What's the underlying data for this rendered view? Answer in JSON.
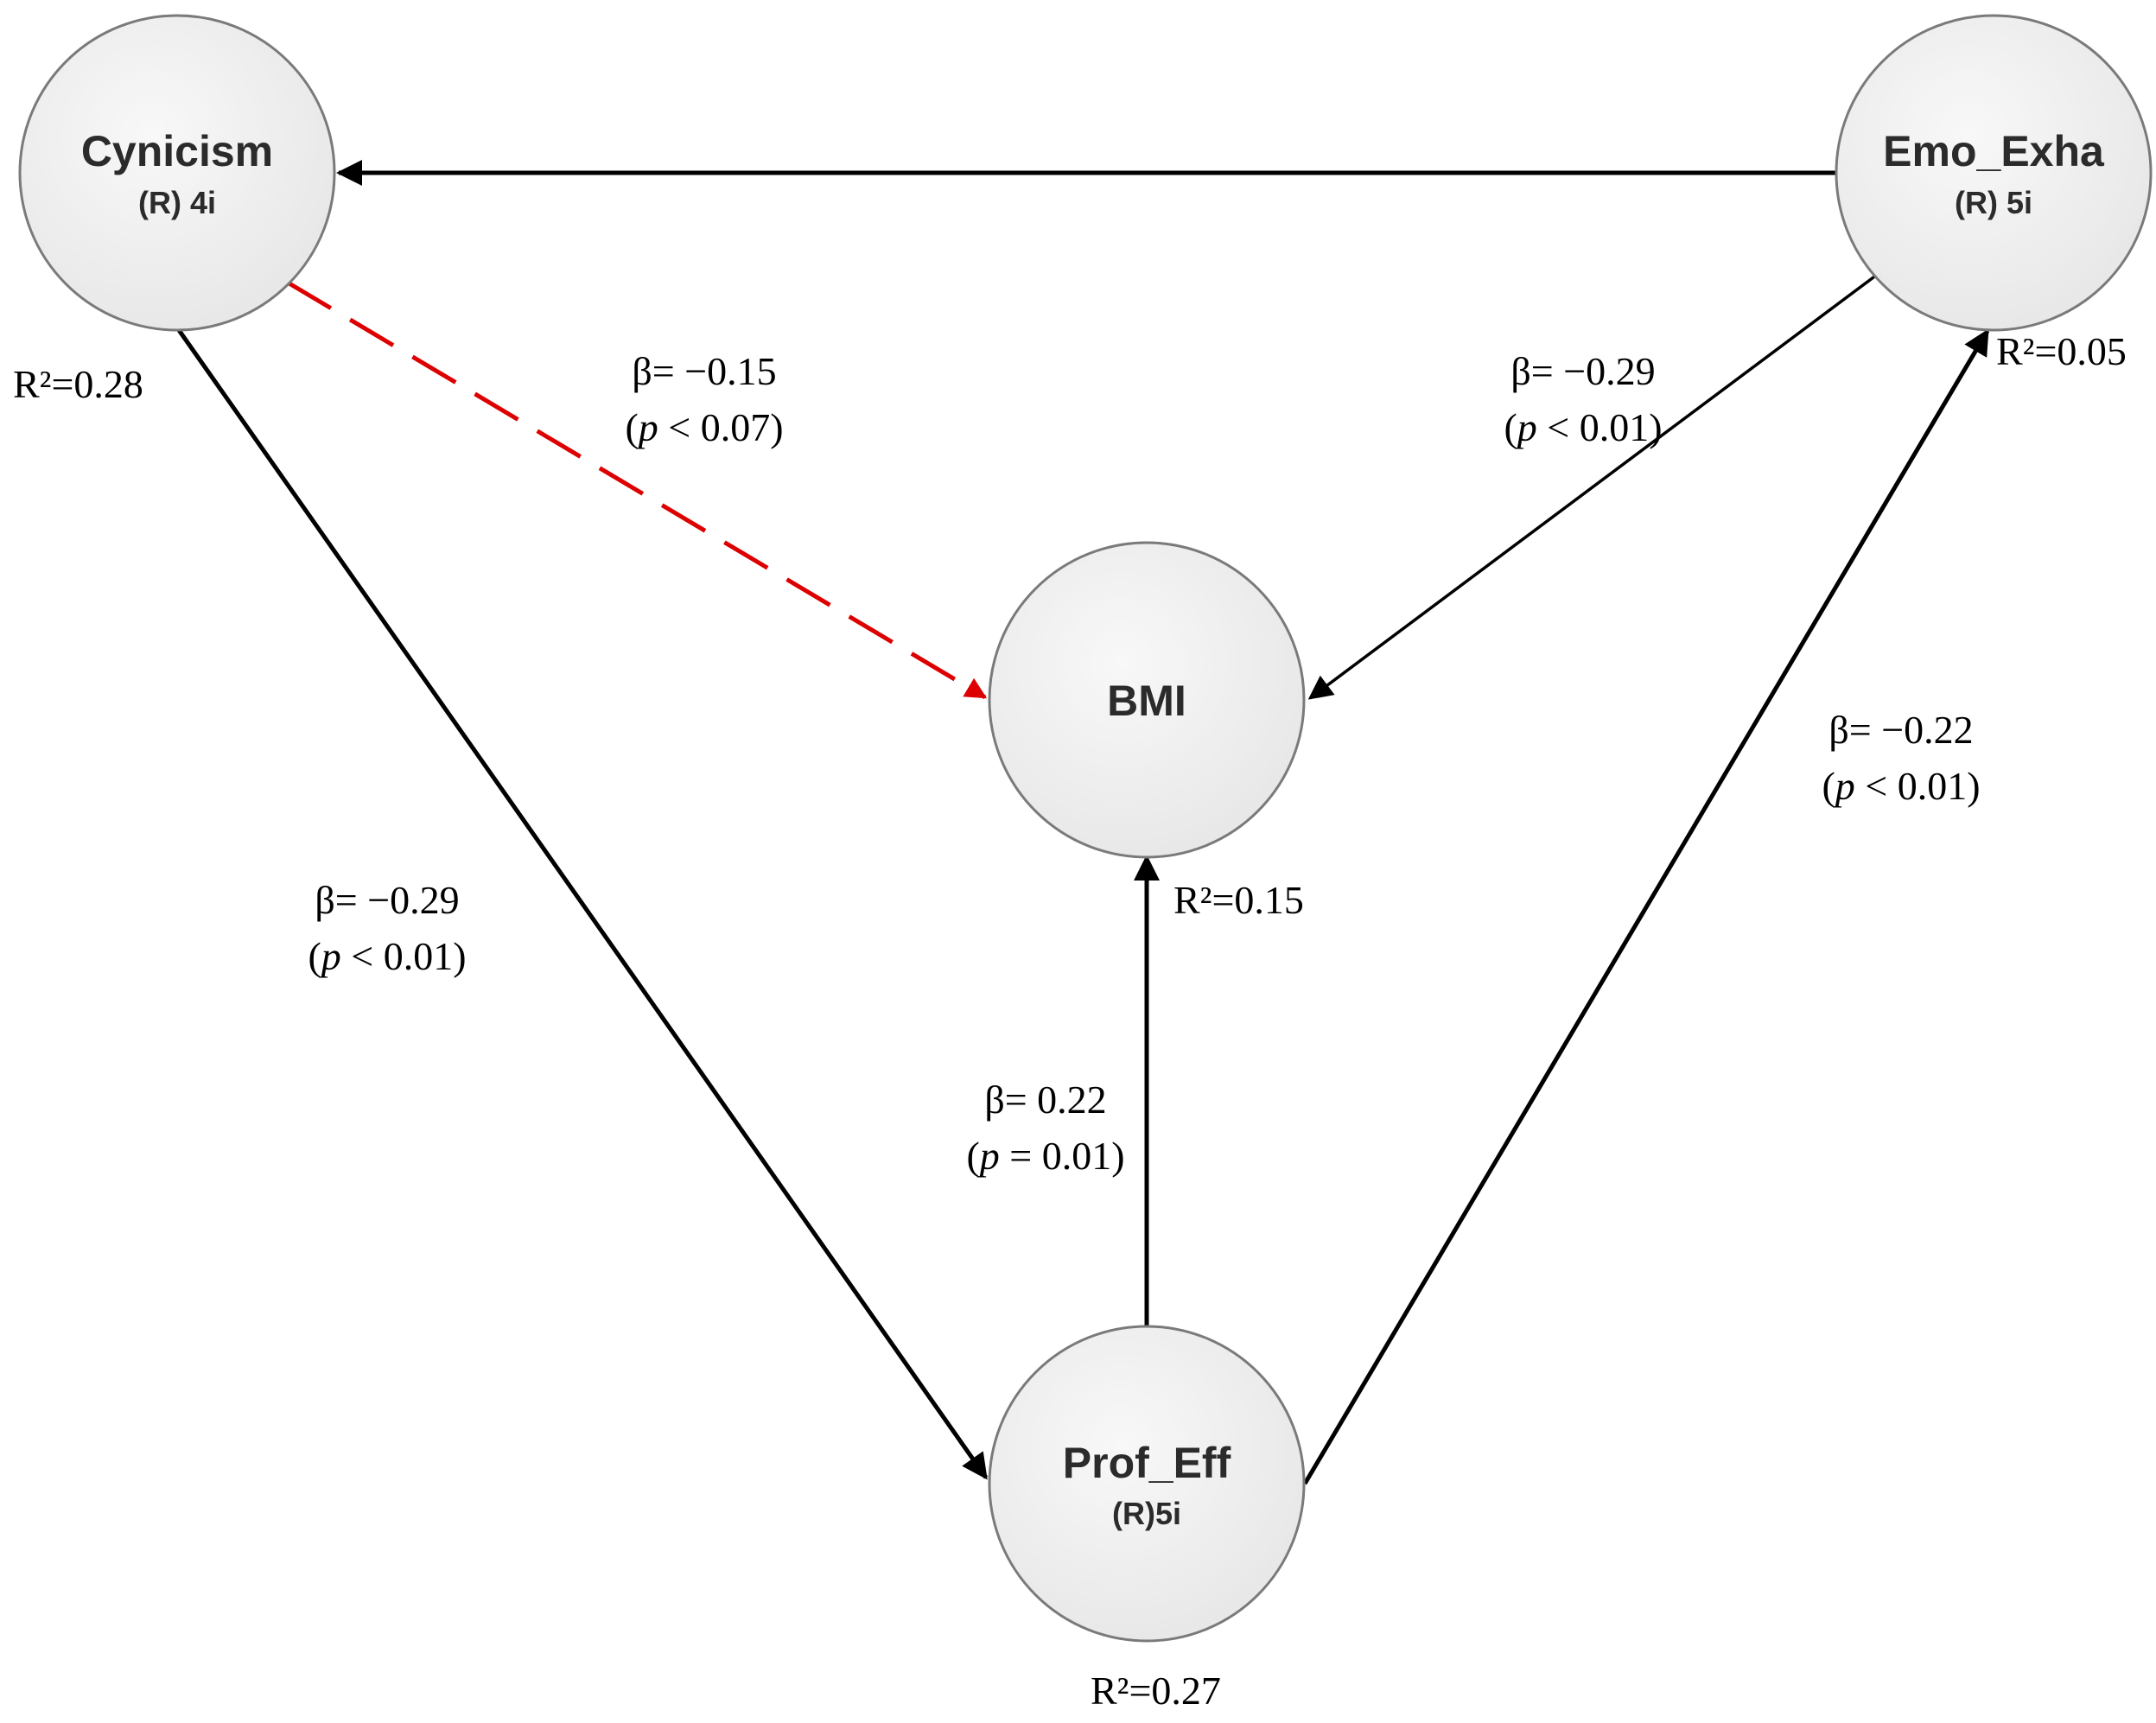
{
  "nodes": {
    "cynicism": {
      "title": "Cynicism",
      "sub": "(R) 4i",
      "r2": "R²=0.28"
    },
    "emo_exha": {
      "title": "Emo_Exha",
      "sub": "(R) 5i",
      "r2": "R²=0.05"
    },
    "bmi": {
      "title": "BMI",
      "sub": "",
      "r2": "R²=0.15"
    },
    "prof_eff": {
      "title": "Prof_Eff",
      "sub": "(R)5i",
      "r2": "R²=0.27"
    }
  },
  "paths": {
    "cyn_bmi": {
      "beta": "β=  −0.15",
      "p_open": "(",
      "p_var": "p",
      "p_rest": " < 0.07)",
      "style": "dashed",
      "color": "#dd0000"
    },
    "emo_bmi": {
      "beta": "β= −0.29",
      "p_open": "(",
      "p_var": "p",
      "p_rest": " < 0.01)"
    },
    "cyn_prof": {
      "beta": "β= −0.29",
      "p_open": "(",
      "p_var": "p",
      "p_rest": " < 0.01)"
    },
    "prof_bmi": {
      "beta": "β= 0.22",
      "p_open": "(",
      "p_var": "p",
      "p_rest": " = 0.01)"
    },
    "prof_emo": {
      "beta": "β= −0.22",
      "p_open": "(",
      "p_var": "p",
      "p_rest": " < 0.01)"
    }
  },
  "colors": {
    "node_fill": "#eeeeee",
    "node_stroke": "#7a7a7a",
    "edge": "#000000",
    "dashed_edge": "#dd0000"
  }
}
